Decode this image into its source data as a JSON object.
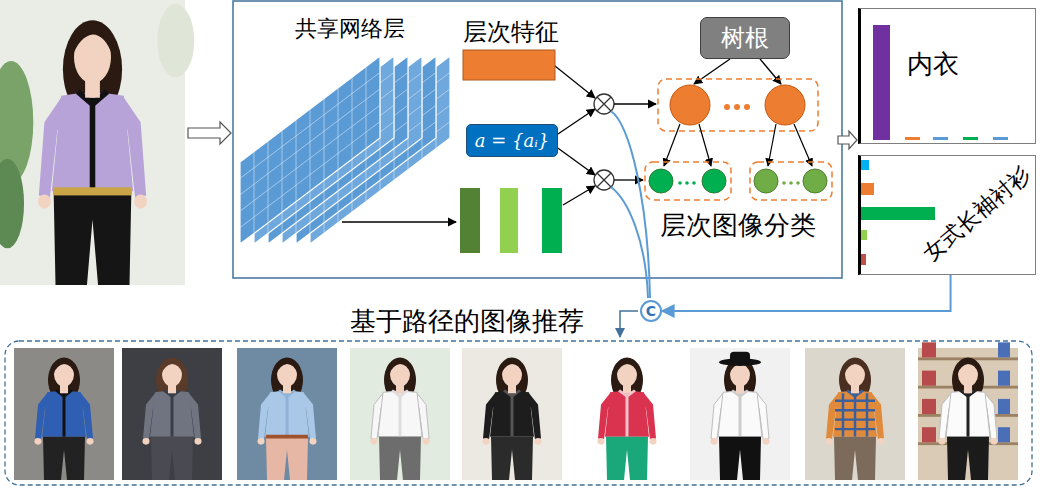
{
  "diagram": {
    "nodes": [
      {
        "text": [
          "共享网络层"
        ]
      },
      {
        "text": [
          "层次特征"
        ]
      },
      {
        "text": [
          "a = {aᵢ}"
        ]
      },
      {
        "text": [
          "树根"
        ]
      },
      {
        "text": [
          "内衣"
        ]
      },
      {
        "text": [
          "女式长袖衬衫"
        ]
      },
      {
        "text": [
          "C"
        ]
      }
    ],
    "edges": [
      {
        "from": 5,
        "to": 6,
        "arrow": "to"
      }
    ],
    "labels": [
      "层次图像分类",
      "基于路径的图像推荐"
    ]
  }
}
